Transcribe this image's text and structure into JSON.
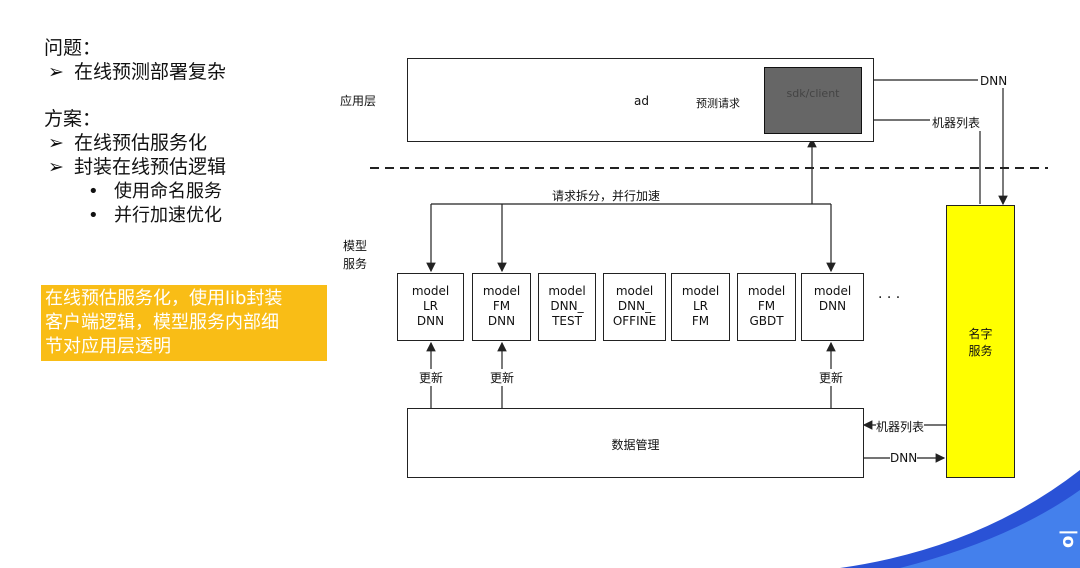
{
  "left": {
    "problem_title": "问题：",
    "problem_items": [
      "在线预测部署复杂"
    ],
    "solution_title": "方案：",
    "solution_items": [
      "在线预估服务化",
      "封装在线预估逻辑"
    ],
    "solution_sub_items": [
      "使用命名服务",
      "并行加速优化"
    ],
    "bullet_glyph": "➢",
    "sub_bullet_glyph": "•",
    "highlight_lines": [
      "在线预估服务化，使用lib封装",
      "客户端逻辑，模型服务内部细",
      "节对应用层透明"
    ],
    "highlight_color": "#f9bd16"
  },
  "diagram": {
    "app_layer_label": "应用层",
    "app_box_label": "ad",
    "predict_request_label": "预测请求",
    "lib_box_label": "sdk/client",
    "dnn_label_top": "DNN",
    "machine_list_label_top": "机器列表",
    "split_request_label": "请求拆分，并行加速",
    "model_service_label": [
      "模型",
      "服务"
    ],
    "models": [
      {
        "line1": "model",
        "line2": "LR",
        "line3": "DNN"
      },
      {
        "line1": "model",
        "line2": "FM",
        "line3": "DNN"
      },
      {
        "line1": "model",
        "line2": "DNN_",
        "line3": "TEST"
      },
      {
        "line1": "model",
        "line2": "DNN_",
        "line3": "OFFINE"
      },
      {
        "line1": "model",
        "line2": "LR",
        "line3": "FM"
      },
      {
        "line1": "model",
        "line2": "FM",
        "line3": "GBDT"
      },
      {
        "line1": "model",
        "line2": "DNN",
        "line3": ""
      }
    ],
    "ellipsis": "· · ·",
    "update_labels": [
      "更新",
      "更新",
      "更新"
    ],
    "data_mgmt_label": "数据管理",
    "machine_list_label_bottom": "机器列表",
    "dnn_label_bottom": "DNN",
    "name_service_label": [
      "名字",
      "服务"
    ],
    "name_service_color": "#ffff00",
    "lib_box_color": "#666666"
  },
  "logo": {
    "mark": "o|"
  }
}
